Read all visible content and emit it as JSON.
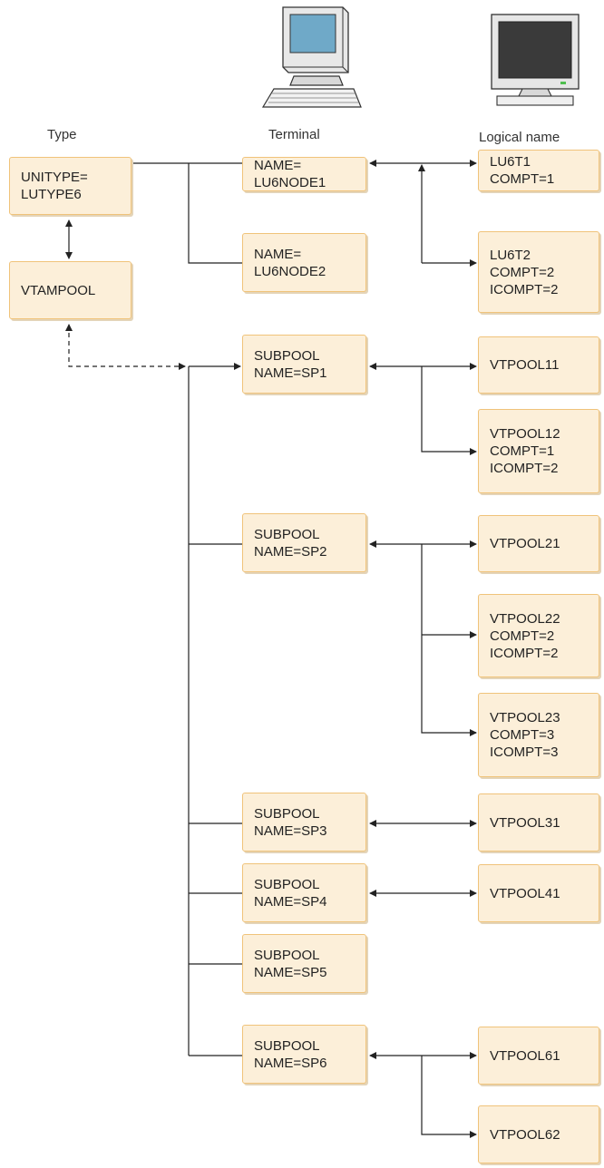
{
  "headers": {
    "type": "Type",
    "terminal": "Terminal",
    "logical": "Logical name"
  },
  "icons": {
    "terminal": "desktop-computer-icon",
    "logical": "monitor-icon"
  },
  "colors": {
    "box_fill": "#fcefd9",
    "box_border": "#f0c37a",
    "line": "#222222"
  },
  "type_boxes": {
    "unitype": [
      "UNITYPE=",
      "LUTYPE6"
    ],
    "vtampool": [
      "VTAMPOOL"
    ]
  },
  "terminal_boxes": {
    "lu6node1": [
      "NAME=",
      "LU6NODE1"
    ],
    "lu6node2": [
      "NAME=",
      "LU6NODE2"
    ],
    "sp1": [
      "SUBPOOL",
      "NAME=SP1"
    ],
    "sp2": [
      "SUBPOOL",
      "NAME=SP2"
    ],
    "sp3": [
      "SUBPOOL",
      "NAME=SP3"
    ],
    "sp4": [
      "SUBPOOL",
      "NAME=SP4"
    ],
    "sp5": [
      "SUBPOOL",
      "NAME=SP5"
    ],
    "sp6": [
      "SUBPOOL",
      "NAME=SP6"
    ]
  },
  "logical_boxes": {
    "lu6t1": [
      "LU6T1",
      "COMPT=1"
    ],
    "lu6t2": [
      "LU6T2",
      "COMPT=2",
      "ICOMPT=2"
    ],
    "vtpool11": [
      "VTPOOL11"
    ],
    "vtpool12": [
      "VTPOOL12",
      "COMPT=1",
      "ICOMPT=2"
    ],
    "vtpool21": [
      "VTPOOL21"
    ],
    "vtpool22": [
      "VTPOOL22",
      "COMPT=2",
      "ICOMPT=2"
    ],
    "vtpool23": [
      "VTPOOL23",
      "COMPT=3",
      "ICOMPT=3"
    ],
    "vtpool31": [
      "VTPOOL31"
    ],
    "vtpool41": [
      "VTPOOL41"
    ],
    "vtpool61": [
      "VTPOOL61"
    ],
    "vtpool62": [
      "VTPOOL62"
    ]
  }
}
